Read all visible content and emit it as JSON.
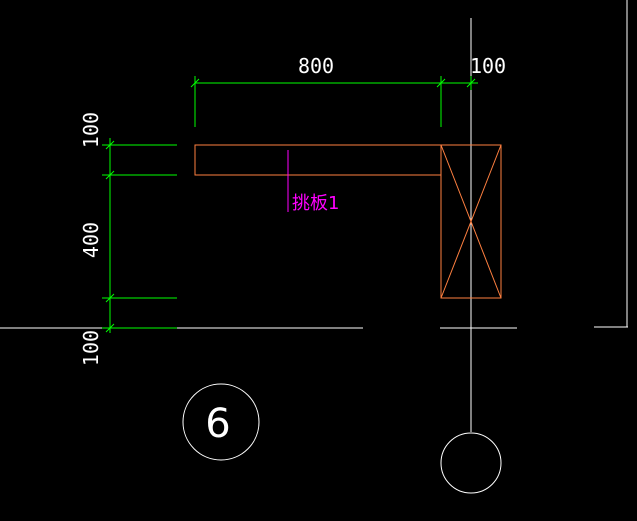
{
  "colors": {
    "background": "#000000",
    "dimension_line": "#00ff00",
    "dimension_text": "#ffffff",
    "axis_line": "#ffffff",
    "beam": "#ff8040",
    "column": "#ff8040",
    "label": "#ff00ff"
  },
  "dimensions": {
    "top_width": "800",
    "top_right": "100",
    "left_top": "100",
    "left_middle": "400",
    "left_bottom": "100"
  },
  "beam_label": "挑板1",
  "axis_labels": {
    "bottom_left": "6"
  }
}
